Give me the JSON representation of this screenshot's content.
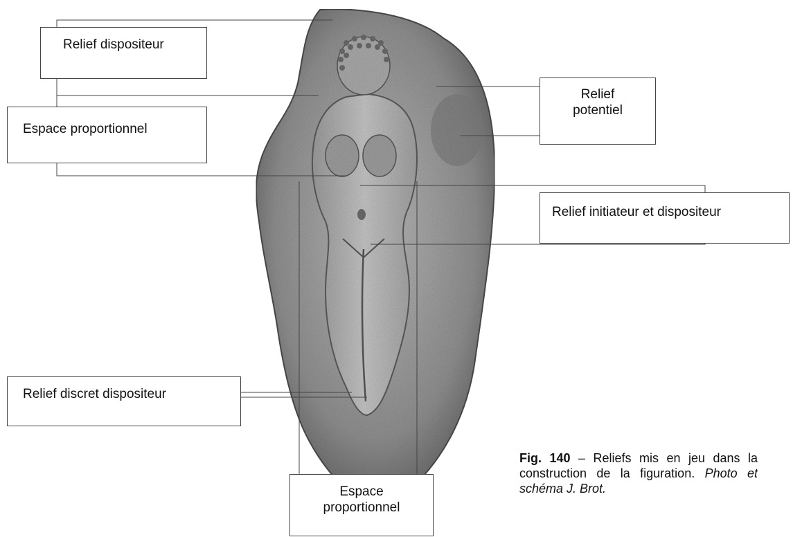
{
  "labels": {
    "relief_dispositeur": "Relief dispositeur",
    "espace_proportionnel_left": "Espace proportionnel",
    "relief_potentiel": "Relief\npotentiel",
    "relief_initiateur": "Relief initiateur et dispositeur",
    "relief_discret": "Relief discret dispositeur",
    "espace_proportionnel_bottom": "Espace\nproportionnel"
  },
  "caption": {
    "fig_label": "Fig. 140",
    "dash": " – ",
    "text": "Reliefs mis en jeu dans la construction de la figuration.",
    "credit": "Photo et schéma J. Brot."
  },
  "figure": {
    "subject": "stone-relief-female-figure-photo"
  }
}
